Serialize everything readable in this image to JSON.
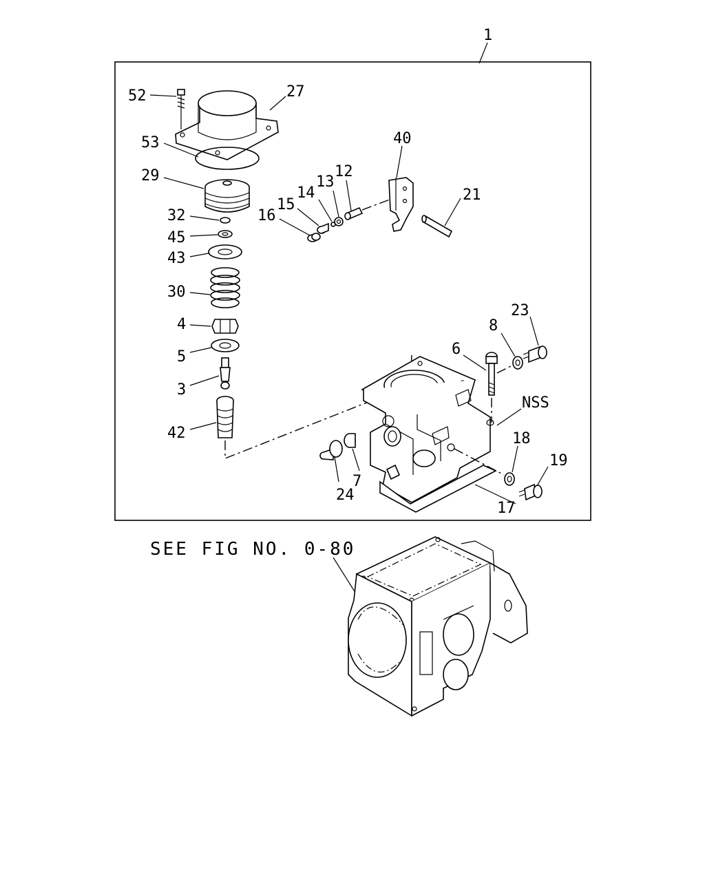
{
  "diagram": {
    "assembly_label": "1",
    "reference_note": "SEE FIG NO. 0-80",
    "callouts": {
      "c52": "52",
      "c27": "27",
      "c53": "53",
      "c29": "29",
      "c32": "32",
      "c45": "45",
      "c43": "43",
      "c30": "30",
      "c4": "4",
      "c5": "5",
      "c3": "3",
      "c42": "42",
      "c40": "40",
      "c12": "12",
      "c13": "13",
      "c14": "14",
      "c15": "15",
      "c16": "16",
      "c21": "21",
      "c23": "23",
      "c8": "8",
      "c6": "6",
      "cNSS": "NSS",
      "c18": "18",
      "c19": "19",
      "c17": "17",
      "c7": "7",
      "c24": "24"
    }
  }
}
